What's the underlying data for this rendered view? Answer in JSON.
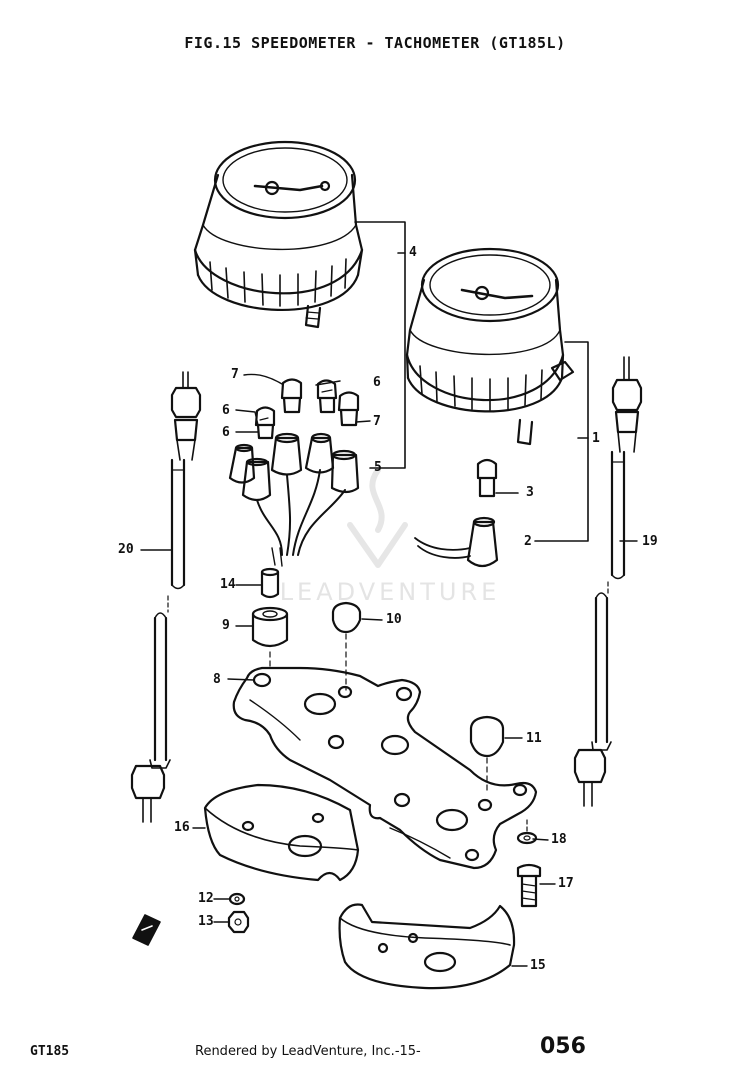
{
  "title": "FIG.15  SPEEDOMETER - TACHOMETER (GT185L)",
  "watermark": "LEADVENTURE",
  "parts": {
    "speedometer": "4",
    "tachometer": "1",
    "tach_socket": "2",
    "tach_bulb": "3",
    "bulb_a": "7",
    "bulb_b": "6",
    "bulb_c": "6",
    "bulb_d": "7",
    "bulb_e": "6",
    "socket_harness": "5",
    "sleeve": "14",
    "cap_nut": "9",
    "grommet_10": "10",
    "bracket": "8",
    "grommet_11": "11",
    "cable_tach": "19",
    "cable_speedo": "20",
    "cover_lower_left": "16",
    "washer_18": "18",
    "bolt_17": "17",
    "washer_12": "12",
    "nut_13": "13",
    "cover_lower": "15"
  },
  "footer": {
    "model": "GT185",
    "rendered_by": "Rendered by LeadVenture, Inc.-15-",
    "page_number": "056"
  }
}
